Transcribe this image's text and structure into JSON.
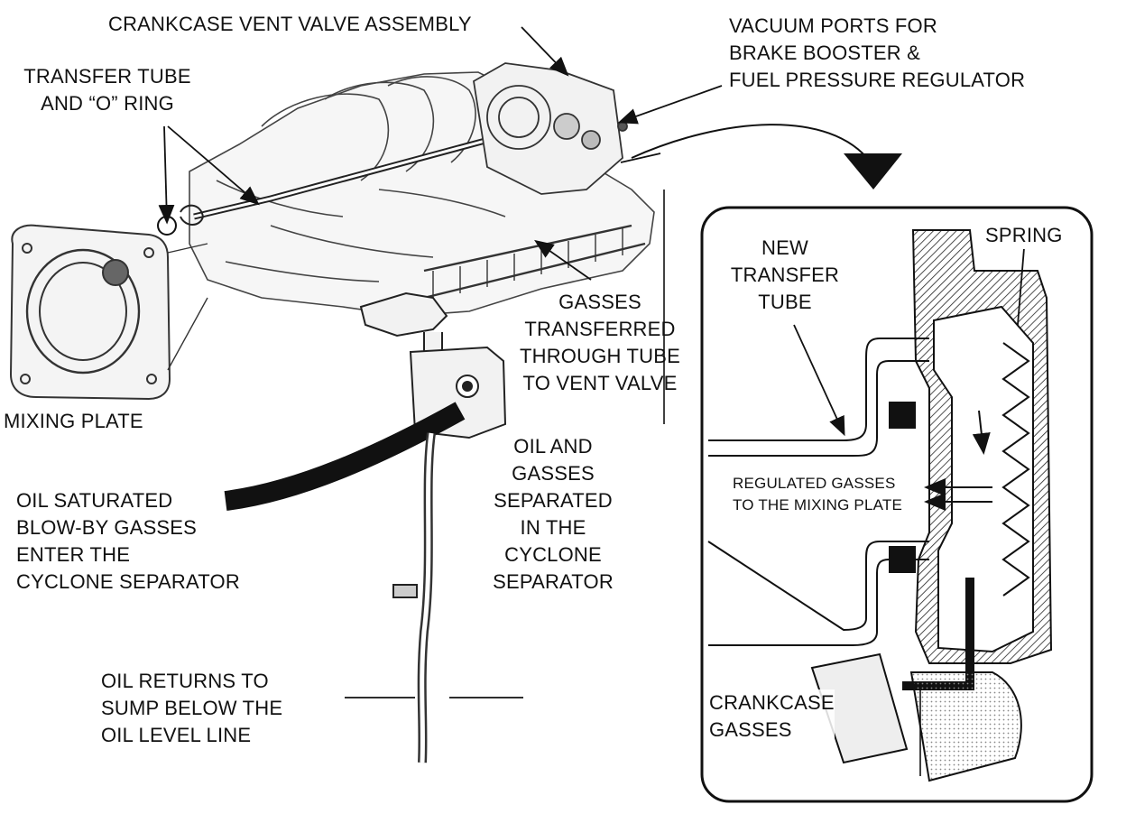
{
  "diagram": {
    "labels": {
      "crankcase_vent_valve_assembly": [
        "CRANKCASE VENT VALVE ASSEMBLY"
      ],
      "vacuum_ports": [
        "VACUUM PORTS FOR",
        "BRAKE BOOSTER &",
        "FUEL PRESSURE REGULATOR"
      ],
      "transfer_tube_o_ring": [
        "TRANSFER TUBE",
        "AND “O” RING"
      ],
      "mixing_plate": [
        "MIXING PLATE"
      ],
      "gasses_transferred": [
        "GASSES",
        "TRANSFERRED",
        "THROUGH TUBE",
        "TO VENT VALVE"
      ],
      "oil_saturated_blow_by": [
        "OIL SATURATED",
        "BLOW-BY GASSES",
        "ENTER THE",
        "CYCLONE SEPARATOR"
      ],
      "oil_and_gasses_separated": [
        "OIL AND",
        "GASSES",
        "SEPARATED",
        "IN THE",
        "CYCLONE",
        "SEPARATOR"
      ],
      "oil_returns": [
        "OIL RETURNS TO",
        "SUMP BELOW THE",
        "OIL LEVEL LINE"
      ],
      "new_transfer_tube": [
        "NEW",
        "TRANSFER",
        "TUBE"
      ],
      "spring": [
        "SPRING"
      ],
      "regulated_gasses": [
        "REGULATED GASSES",
        "TO THE MIXING PLATE"
      ],
      "crankcase_gasses": [
        "CRANKCASE",
        "GASSES"
      ]
    }
  }
}
